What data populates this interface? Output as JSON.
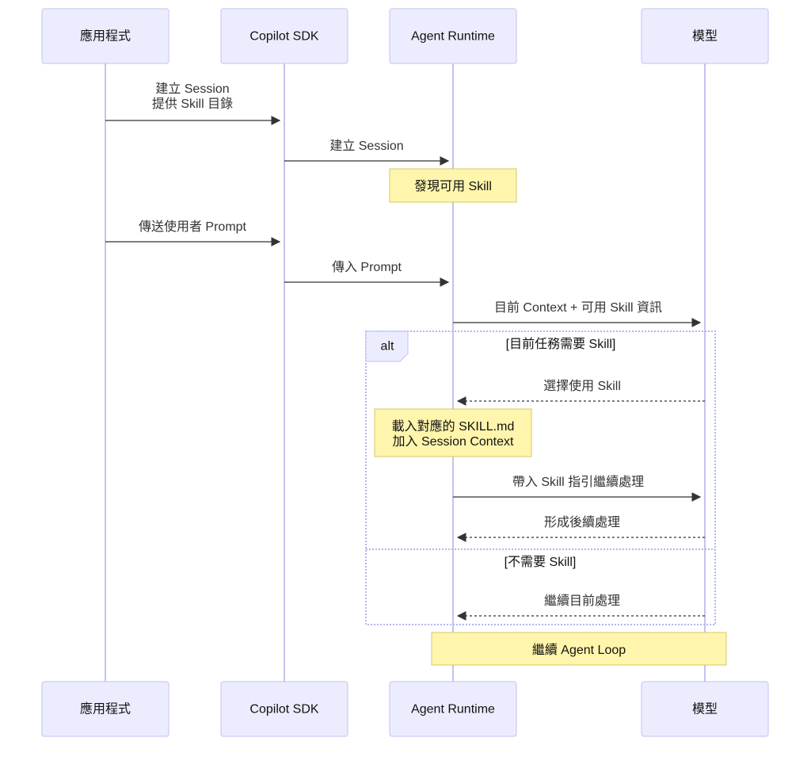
{
  "participants": [
    {
      "id": "app",
      "label": "應用程式"
    },
    {
      "id": "sdk",
      "label": "Copilot SDK"
    },
    {
      "id": "runtime",
      "label": "Agent Runtime"
    },
    {
      "id": "model",
      "label": "模型"
    }
  ],
  "messages": [
    {
      "id": "create-session-provide-skills",
      "from": "app",
      "to": "sdk",
      "style": "solid",
      "lines": [
        "建立 Session",
        "提供 Skill 目錄"
      ]
    },
    {
      "id": "create-session",
      "from": "sdk",
      "to": "runtime",
      "style": "solid",
      "lines": [
        "建立 Session"
      ]
    },
    {
      "id": "send-user-prompt",
      "from": "app",
      "to": "sdk",
      "style": "solid",
      "lines": [
        "傳送使用者 Prompt"
      ]
    },
    {
      "id": "pass-prompt",
      "from": "sdk",
      "to": "runtime",
      "style": "solid",
      "lines": [
        "傳入 Prompt"
      ]
    },
    {
      "id": "context-and-skills-info",
      "from": "runtime",
      "to": "model",
      "style": "solid",
      "lines": [
        "目前 Context + 可用 Skill 資訊"
      ]
    },
    {
      "id": "choose-skill",
      "from": "model",
      "to": "runtime",
      "style": "dashed",
      "lines": [
        "選擇使用 Skill"
      ]
    },
    {
      "id": "bring-skill-guidance",
      "from": "runtime",
      "to": "model",
      "style": "solid",
      "lines": [
        "帶入 Skill 指引繼續處理"
      ]
    },
    {
      "id": "form-followup",
      "from": "model",
      "to": "runtime",
      "style": "dashed",
      "lines": [
        "形成後續處理"
      ]
    },
    {
      "id": "continue-current",
      "from": "model",
      "to": "runtime",
      "style": "dashed",
      "lines": [
        "繼續目前處理"
      ]
    }
  ],
  "notes": [
    {
      "id": "discover-skills",
      "lines": [
        "發現可用 Skill"
      ]
    },
    {
      "id": "load-skill-md",
      "lines": [
        "載入對應的 SKILL.md",
        "加入 Session Context"
      ]
    },
    {
      "id": "continue-agent-loop",
      "lines": [
        "繼續 Agent Loop"
      ]
    }
  ],
  "alt_frame": {
    "keyword": "alt",
    "condition": "[目前任務需要 Skill]",
    "else_condition": "[不需要 Skill]"
  },
  "colors": {
    "actor_fill": "#ececff",
    "actor_border": "#c2c2f0",
    "lifeline": "#c3c3f0",
    "note_fill": "#fff5ad",
    "note_border": "#d6c865",
    "arrow": "#333333",
    "frame_border": "#b4b4f0"
  }
}
